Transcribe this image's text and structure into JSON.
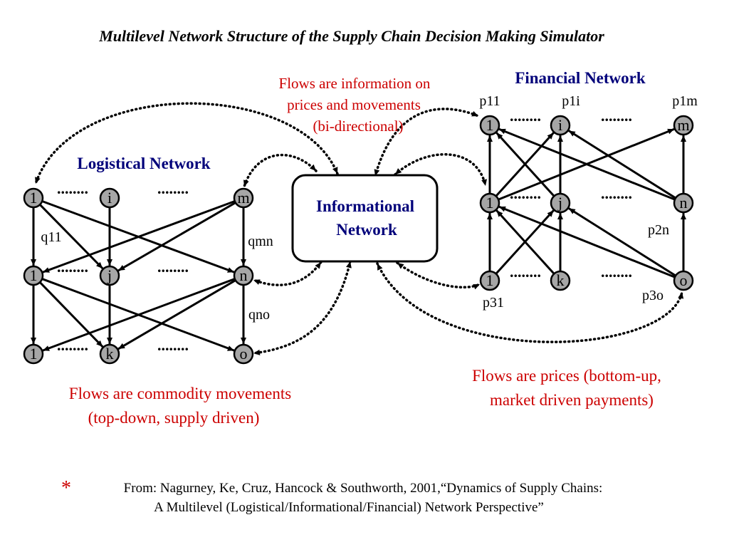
{
  "title": "Multilevel Network Structure of the Supply Chain Decision Making Simulator",
  "colors": {
    "title": "#000000",
    "network_label": "#00007a",
    "flow_note": "#cc0000",
    "node_fill": "#a6a6a6",
    "edge": "#000000"
  },
  "logistical": {
    "label": "Logistical Network",
    "nodes": {
      "t1": "1",
      "ti": "i",
      "tm": "m",
      "m1": "1",
      "mj": "j",
      "mn": "n",
      "b1": "1",
      "bk": "k",
      "bo": "o"
    },
    "ellipses": {
      "top_a": "........",
      "top_b": "........",
      "mid_a": "........",
      "mid_b": "........",
      "bot_a": "........",
      "bot_b": "........"
    },
    "edge_labels": {
      "q11": "q11",
      "qmn": "qmn",
      "qno": "qno"
    },
    "note_lines": [
      "Flows are commodity movements",
      "(top-down, supply driven)"
    ]
  },
  "informational": {
    "label_lines": [
      "Informational",
      "Network"
    ],
    "note_lines": [
      "Flows are information on",
      "prices and movements",
      "(bi-directional)"
    ]
  },
  "financial": {
    "label": "Financial Network",
    "nodes": {
      "t1": "1",
      "ti": "i",
      "tm": "m",
      "m1": "1",
      "mj": "j",
      "mn": "n",
      "b1": "1",
      "bk": "k",
      "bo": "o"
    },
    "ellipses": {
      "top_a": "........",
      "top_b": "........",
      "mid_a": "........",
      "mid_b": "........",
      "bot_a": "........",
      "bot_b": "........"
    },
    "price_labels": {
      "p11": "p11",
      "p1i": "p1i",
      "p1m": "p1m",
      "p2n": "p2n",
      "p31": "p31",
      "p3o": "p3o"
    },
    "note_lines": [
      "Flows are prices (bottom-up,",
      "market driven payments)"
    ]
  },
  "citation": {
    "asterisk": "*",
    "line1": "From: Nagurney, Ke, Cruz, Hancock & Southworth, 2001,“Dynamics of Supply Chains:",
    "line2": "A Multilevel (Logistical/Informational/Financial) Network Perspective”"
  }
}
